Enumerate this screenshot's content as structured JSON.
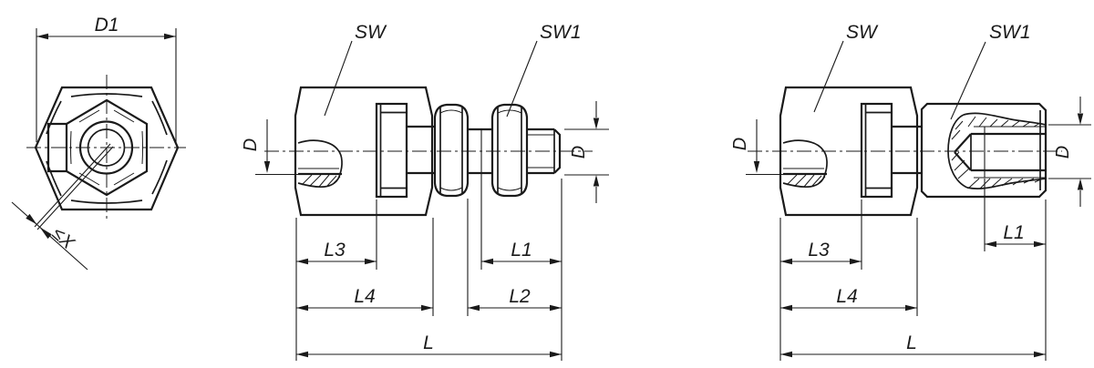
{
  "drawing": {
    "kind": "technical-drawing",
    "style": {
      "line_color": "#1a1a1a",
      "background": "#ffffff"
    },
    "end_view": {
      "d1": "D1",
      "axis_offset": "≤X"
    },
    "stud_view": {
      "sw": "SW",
      "sw1": "SW1",
      "d_left": "D",
      "d_right": "D",
      "l3": "L3",
      "l4": "L4",
      "l1": "L1",
      "l2": "L2",
      "l": "L"
    },
    "sleeve_view": {
      "sw": "SW",
      "sw1": "SW1",
      "d_left": "D",
      "d_right": "D",
      "l3": "L3",
      "l4": "L4",
      "l1": "L1",
      "l": "L"
    }
  }
}
